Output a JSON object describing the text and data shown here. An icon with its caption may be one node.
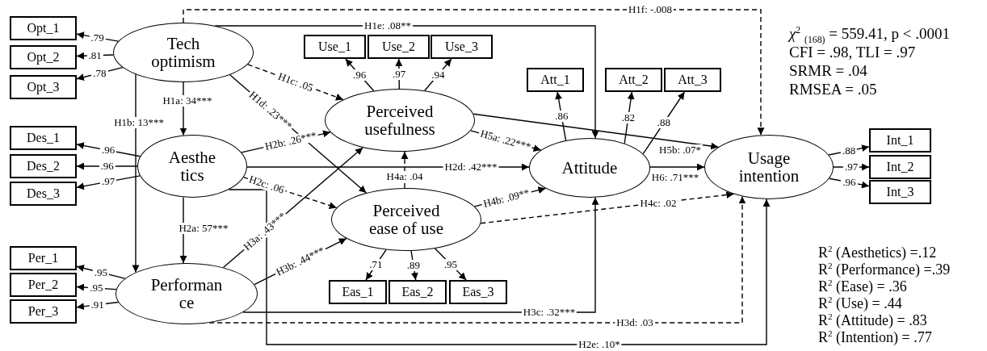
{
  "diagram": {
    "nodes": [
      {
        "text": [
          "Tech optimism"
        ]
      },
      {
        "text": [
          "Aesthe tics"
        ]
      },
      {
        "text": [
          "Performan ce"
        ]
      },
      {
        "text": [
          "Perceived usefulness"
        ]
      },
      {
        "text": [
          "Perceived ease of use"
        ]
      },
      {
        "text": [
          "Attitude"
        ]
      },
      {
        "text": [
          "Usage intention"
        ]
      },
      {
        "text": [
          "Opt_1"
        ]
      },
      {
        "text": [
          "Opt_2"
        ]
      },
      {
        "text": [
          "Opt_3"
        ]
      },
      {
        "text": [
          "Des_1"
        ]
      },
      {
        "text": [
          "Des_2"
        ]
      },
      {
        "text": [
          "Des_3"
        ]
      },
      {
        "text": [
          "Per_1"
        ]
      },
      {
        "text": [
          "Per_2"
        ]
      },
      {
        "text": [
          "Per_3"
        ]
      },
      {
        "text": [
          "Use_1"
        ]
      },
      {
        "text": [
          "Use_2"
        ]
      },
      {
        "text": [
          "Use_3"
        ]
      },
      {
        "text": [
          "Att_1"
        ]
      },
      {
        "text": [
          "Att_2"
        ]
      },
      {
        "text": [
          "Att_3"
        ]
      },
      {
        "text": [
          "Int_1"
        ]
      },
      {
        "text": [
          "Int_2"
        ]
      },
      {
        "text": [
          "Int_3"
        ]
      },
      {
        "text": [
          "Eas_1"
        ]
      },
      {
        "text": [
          "Eas_2"
        ]
      },
      {
        "text": [
          "Eas_3"
        ]
      }
    ],
    "edges": [
      {
        "from": 0,
        "to": 7,
        "arrow": "to",
        "label": ".79"
      },
      {
        "from": 0,
        "to": 8,
        "arrow": "to",
        "label": ".81"
      },
      {
        "from": 0,
        "to": 9,
        "arrow": "to",
        "label": ".78"
      },
      {
        "from": 1,
        "to": 10,
        "arrow": "to",
        "label": ".96"
      },
      {
        "from": 1,
        "to": 11,
        "arrow": "to",
        "label": ".96"
      },
      {
        "from": 1,
        "to": 12,
        "arrow": "to",
        "label": ".97"
      },
      {
        "from": 2,
        "to": 13,
        "arrow": "to",
        "label": ".95"
      },
      {
        "from": 2,
        "to": 14,
        "arrow": "to",
        "label": ".95"
      },
      {
        "from": 2,
        "to": 15,
        "arrow": "to",
        "label": ".91"
      },
      {
        "from": 3,
        "to": 16,
        "arrow": "to",
        "label": ".96"
      },
      {
        "from": 3,
        "to": 17,
        "arrow": "to",
        "label": ".97"
      },
      {
        "from": 3,
        "to": 18,
        "arrow": "to",
        "label": ".94"
      },
      {
        "from": 5,
        "to": 19,
        "arrow": "to",
        "label": ".86"
      },
      {
        "from": 5,
        "to": 20,
        "arrow": "to",
        "label": ".82"
      },
      {
        "from": 5,
        "to": 21,
        "arrow": "to",
        "label": ".88"
      },
      {
        "from": 6,
        "to": 22,
        "arrow": "to",
        "label": ".88"
      },
      {
        "from": 6,
        "to": 23,
        "arrow": "to",
        "label": ".97"
      },
      {
        "from": 6,
        "to": 24,
        "arrow": "to",
        "label": ".96"
      },
      {
        "from": 4,
        "to": 25,
        "arrow": "to",
        "label": ".71"
      },
      {
        "from": 4,
        "to": 26,
        "arrow": "to",
        "label": ".89"
      },
      {
        "from": 4,
        "to": 27,
        "arrow": "to",
        "label": ".95"
      },
      {
        "from": 0,
        "to": 1,
        "arrow": "to",
        "label": "H1a: 34***"
      },
      {
        "from": 0,
        "to": 2,
        "arrow": "to",
        "label": "H1b: 13***"
      },
      {
        "from": 0,
        "to": 3,
        "arrow": "to",
        "label": "H1c: .05",
        "style": "dashed"
      },
      {
        "from": 0,
        "to": 4,
        "arrow": "to",
        "label": "H1d: .23***"
      },
      {
        "from": 0,
        "to": 5,
        "arrow": "to",
        "label": "H1e: .08**"
      },
      {
        "from": 0,
        "to": 6,
        "arrow": "to",
        "label": "H1f: -.008",
        "style": "dashed"
      },
      {
        "from": 1,
        "to": 2,
        "arrow": "to",
        "label": "H2a: 57***"
      },
      {
        "from": 1,
        "to": 3,
        "arrow": "to",
        "label": "H2b: .26***"
      },
      {
        "from": 1,
        "to": 4,
        "arrow": "to",
        "label": "H2c: .06",
        "style": "dashed"
      },
      {
        "from": 1,
        "to": 5,
        "arrow": "to",
        "label": "H2d: .42***"
      },
      {
        "from": 1,
        "to": 6,
        "arrow": "to",
        "label": "H2e: .10*"
      },
      {
        "from": 2,
        "to": 3,
        "arrow": "to",
        "label": "H3a: .43***"
      },
      {
        "from": 2,
        "to": 4,
        "arrow": "to",
        "label": "H3b: .44***"
      },
      {
        "from": 2,
        "to": 5,
        "arrow": "to",
        "label": "H3c: .32***"
      },
      {
        "from": 2,
        "to": 6,
        "arrow": "to",
        "label": "H3d: .03",
        "style": "dashed"
      },
      {
        "from": 4,
        "to": 3,
        "arrow": "to",
        "label": "H4a: .04",
        "style": "dashed"
      },
      {
        "from": 4,
        "to": 5,
        "arrow": "to",
        "label": "H4b: .09**"
      },
      {
        "from": 4,
        "to": 6,
        "arrow": "to",
        "label": "H4c: .02",
        "style": "dashed"
      },
      {
        "from": 3,
        "to": 5,
        "arrow": "to",
        "label": "H5a: .22***"
      },
      {
        "from": 3,
        "to": 6,
        "arrow": "to",
        "label": "H5b: .07*"
      },
      {
        "from": 5,
        "to": 6,
        "arrow": "to",
        "label": "H6: .71***"
      }
    ],
    "labels": [
      "*χ*$^{2}$ $_{(168)}$ = 559.41, p < .0001",
      "CFI = .98, TLI = .97",
      "SRMR = .04",
      "RMSEA = .05",
      "R$^{2}$ (Aesthetics) =.12",
      "R$^{2}$ (Performance) =.39",
      "R$^{2}$ (Ease) = .36",
      "R$^{2}$ (Use) = .44",
      "R$^{2}$ (Attitude) = .83",
      "R$^{2}$ (Intention) = .77"
    ]
  }
}
